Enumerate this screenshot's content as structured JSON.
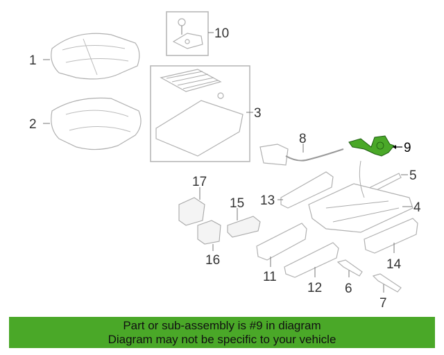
{
  "diagram": {
    "highlight_color": "#4aa828",
    "selected_part": "9",
    "callouts": [
      "1",
      "2",
      "3",
      "4",
      "5",
      "6",
      "7",
      "8",
      "9",
      "10",
      "11",
      "12",
      "13",
      "14",
      "15",
      "16",
      "17"
    ]
  },
  "banner": {
    "line1": "Part or sub-assembly is #9 in diagram",
    "line2": "Diagram may not be specific to your vehicle"
  }
}
